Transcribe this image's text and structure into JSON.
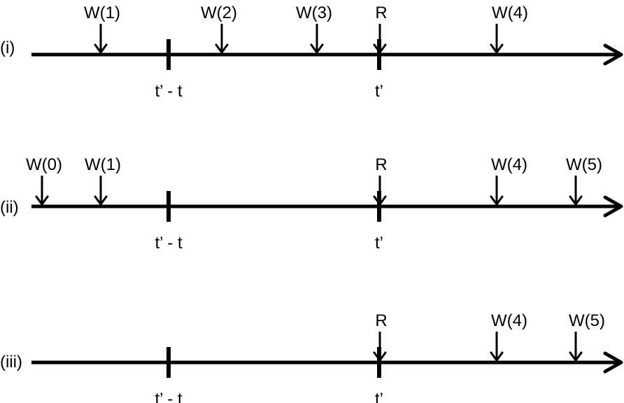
{
  "colors": {
    "ink": "#000000",
    "background": "#ffffff"
  },
  "timelines": [
    {
      "label": "(i)",
      "ticks": [
        {
          "id": "tick-window-start",
          "label": "t’ - t"
        },
        {
          "id": "tick-now",
          "label": "t’"
        }
      ],
      "events": [
        {
          "id": "w1",
          "label": "W(1)"
        },
        {
          "id": "w2",
          "label": "W(2)"
        },
        {
          "id": "w3",
          "label": "W(3)"
        },
        {
          "id": "r",
          "label": "R"
        },
        {
          "id": "w4",
          "label": "W(4)"
        }
      ]
    },
    {
      "label": "(ii)",
      "ticks": [
        {
          "id": "tick-window-start",
          "label": "t’ - t"
        },
        {
          "id": "tick-now",
          "label": "t’"
        }
      ],
      "events": [
        {
          "id": "w0",
          "label": "W(0)"
        },
        {
          "id": "w1",
          "label": "W(1)"
        },
        {
          "id": "r",
          "label": "R"
        },
        {
          "id": "w4",
          "label": "W(4)"
        },
        {
          "id": "w5",
          "label": "W(5)"
        }
      ]
    },
    {
      "label": "(iii)",
      "ticks": [
        {
          "id": "tick-window-start",
          "label": "t’ - t"
        },
        {
          "id": "tick-now",
          "label": "t’"
        }
      ],
      "events": [
        {
          "id": "r",
          "label": "R"
        },
        {
          "id": "w4",
          "label": "W(4)"
        },
        {
          "id": "w5",
          "label": "W(5)"
        }
      ]
    }
  ]
}
